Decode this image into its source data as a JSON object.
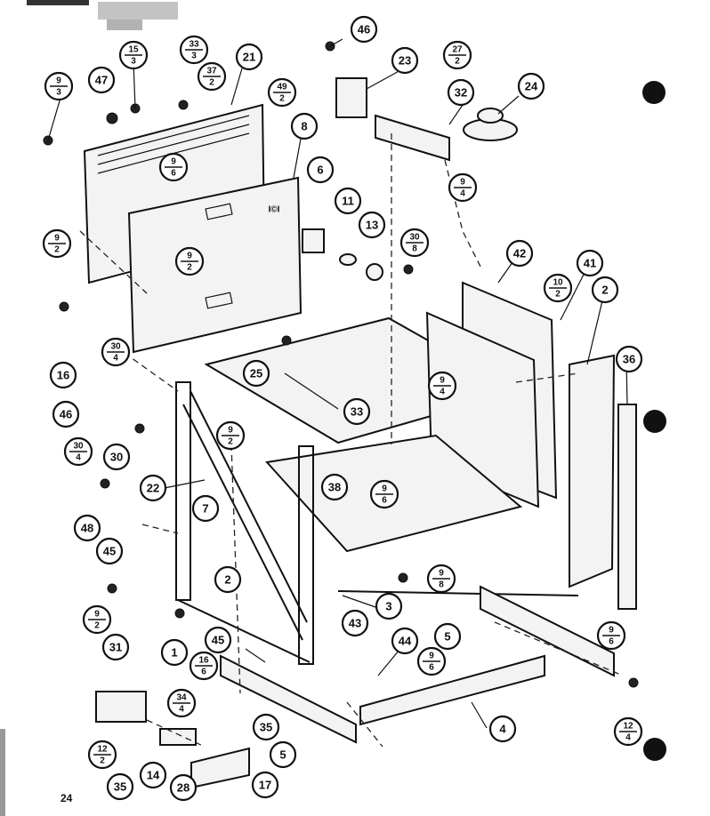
{
  "page_number": "24",
  "callouts_simple": [
    {
      "id": "c46",
      "label": "46"
    },
    {
      "id": "c47",
      "label": "47"
    },
    {
      "id": "c21",
      "label": "21"
    },
    {
      "id": "c23",
      "label": "23"
    },
    {
      "id": "c32",
      "label": "32"
    },
    {
      "id": "c24",
      "label": "24"
    },
    {
      "id": "c8",
      "label": "8"
    },
    {
      "id": "c6",
      "label": "6"
    },
    {
      "id": "c11",
      "label": "11"
    },
    {
      "id": "c13",
      "label": "13"
    },
    {
      "id": "c42",
      "label": "42"
    },
    {
      "id": "c41",
      "label": "41"
    },
    {
      "id": "c2a",
      "label": "2"
    },
    {
      "id": "c36a",
      "label": "36"
    },
    {
      "id": "c16",
      "label": "16"
    },
    {
      "id": "c46b",
      "label": "46"
    },
    {
      "id": "c25",
      "label": "25"
    },
    {
      "id": "c33",
      "label": "33"
    },
    {
      "id": "c30",
      "label": "30"
    },
    {
      "id": "c22",
      "label": "22"
    },
    {
      "id": "c38",
      "label": "38"
    },
    {
      "id": "c7",
      "label": "7"
    },
    {
      "id": "c48",
      "label": "48"
    },
    {
      "id": "c45a",
      "label": "45"
    },
    {
      "id": "c2b",
      "label": "2"
    },
    {
      "id": "c3",
      "label": "3"
    },
    {
      "id": "c1",
      "label": "1"
    },
    {
      "id": "c45b",
      "label": "45"
    },
    {
      "id": "c43",
      "label": "43"
    },
    {
      "id": "c44",
      "label": "44"
    },
    {
      "id": "c5a",
      "label": "5"
    },
    {
      "id": "c31",
      "label": "31"
    },
    {
      "id": "c35a",
      "label": "35"
    },
    {
      "id": "c4",
      "label": "4"
    },
    {
      "id": "c5b",
      "label": "5"
    },
    {
      "id": "c35b",
      "label": "35"
    },
    {
      "id": "c14",
      "label": "14"
    },
    {
      "id": "c28",
      "label": "28"
    },
    {
      "id": "c17",
      "label": "17"
    }
  ],
  "callouts_fraction": [
    {
      "id": "f9_3",
      "top": "9",
      "bottom": "3"
    },
    {
      "id": "f15_3",
      "top": "15",
      "bottom": "3"
    },
    {
      "id": "f33_3",
      "top": "33",
      "bottom": "3"
    },
    {
      "id": "f37_2",
      "top": "37",
      "bottom": "2"
    },
    {
      "id": "f49_2",
      "top": "49",
      "bottom": "2"
    },
    {
      "id": "f27_2",
      "top": "27",
      "bottom": "2"
    },
    {
      "id": "f9_6a",
      "top": "9",
      "bottom": "6"
    },
    {
      "id": "f9_4a",
      "top": "9",
      "bottom": "4"
    },
    {
      "id": "f9_2a",
      "top": "9",
      "bottom": "2"
    },
    {
      "id": "f30_8",
      "top": "30",
      "bottom": "8"
    },
    {
      "id": "f9_2b",
      "top": "9",
      "bottom": "2"
    },
    {
      "id": "f10_2",
      "top": "10",
      "bottom": "2"
    },
    {
      "id": "f30_4a",
      "top": "30",
      "bottom": "4"
    },
    {
      "id": "f9_4b",
      "top": "9",
      "bottom": "4"
    },
    {
      "id": "f9_2c",
      "top": "9",
      "bottom": "2"
    },
    {
      "id": "f30_4b",
      "top": "30",
      "bottom": "4"
    },
    {
      "id": "f9_6b",
      "top": "9",
      "bottom": "6"
    },
    {
      "id": "f9_8",
      "top": "9",
      "bottom": "8"
    },
    {
      "id": "f9_6c",
      "top": "9",
      "bottom": "6"
    },
    {
      "id": "f9_2d",
      "top": "9",
      "bottom": "2"
    },
    {
      "id": "f16_6",
      "top": "16",
      "bottom": "6"
    },
    {
      "id": "f9_6d",
      "top": "9",
      "bottom": "6"
    },
    {
      "id": "f34_4",
      "top": "34",
      "bottom": "4"
    },
    {
      "id": "f12_2",
      "top": "12",
      "bottom": "2"
    },
    {
      "id": "f12_4",
      "top": "12",
      "bottom": "4"
    }
  ]
}
